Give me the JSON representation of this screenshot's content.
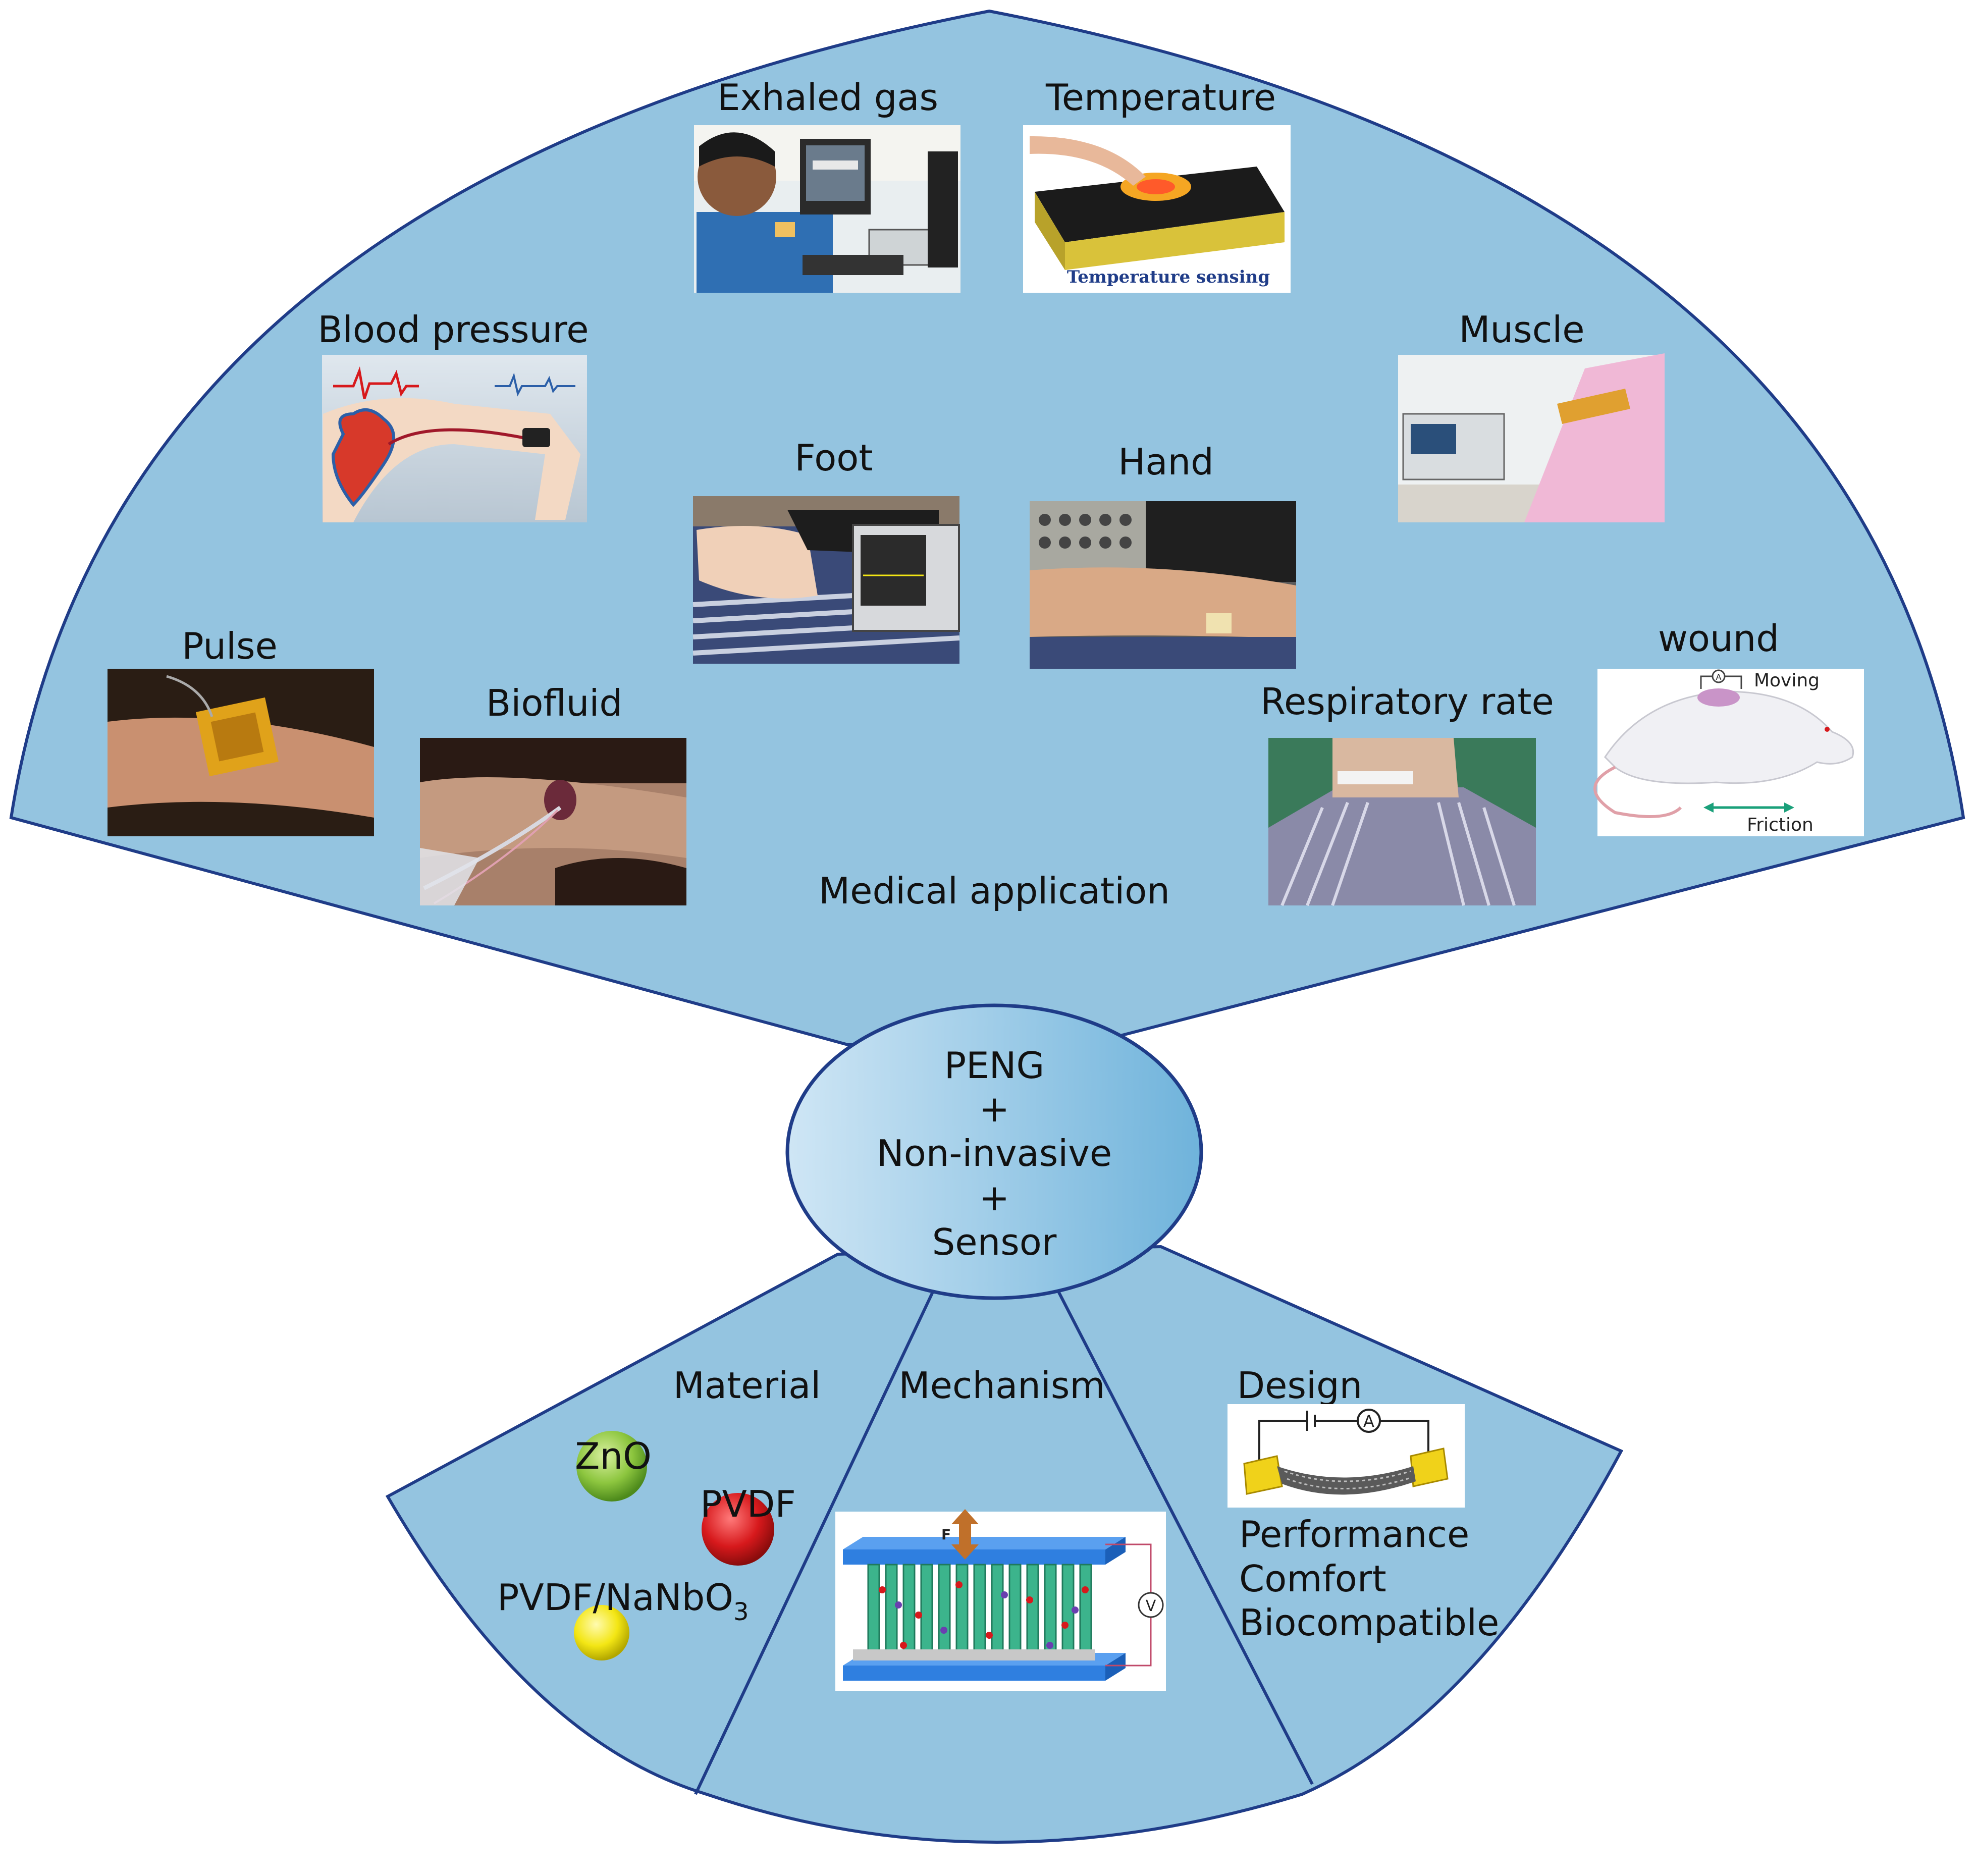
{
  "diagram": {
    "center": {
      "line1": "PENG",
      "plus1": "+",
      "line2": "Non-invasive",
      "plus2": "+",
      "line3": "Sensor"
    },
    "top_section": {
      "label": "Medical application",
      "items": {
        "exhaled_gas": "Exhaled gas",
        "temperature": "Temperature",
        "temperature_caption": "Temperature sensing",
        "blood_pressure": "Blood pressure",
        "muscle": "Muscle",
        "foot": "Foot",
        "hand": "Hand",
        "pulse": "Pulse",
        "biofluid": "Biofluid",
        "respiratory_rate": "Respiratory rate",
        "wound": "wound",
        "wound_moving": "Moving",
        "wound_friction": "Friction"
      }
    },
    "bottom_sections": {
      "material": {
        "label": "Material",
        "zno": "ZnO",
        "pvdf": "PVDF",
        "pvdf_nanbo3_base": "PVDF/NaNbO",
        "pvdf_nanbo3_sub": "3"
      },
      "mechanism": {
        "label": "Mechanism",
        "force_symbol": "F",
        "voltmeter_symbol": "V"
      },
      "design": {
        "label": "Design",
        "ammeter_symbol": "A",
        "performance": "Performance",
        "comfort": "Comfort",
        "biocompatible": "Biocompatible"
      }
    },
    "colors": {
      "fan_fill": "#94c4e0",
      "fan_stroke": "#1f3c88",
      "zno_ball": "#8dc63f",
      "pvdf_ball": "#d7191c",
      "pvdf_nanbo3_ball": "#f3e614"
    }
  }
}
